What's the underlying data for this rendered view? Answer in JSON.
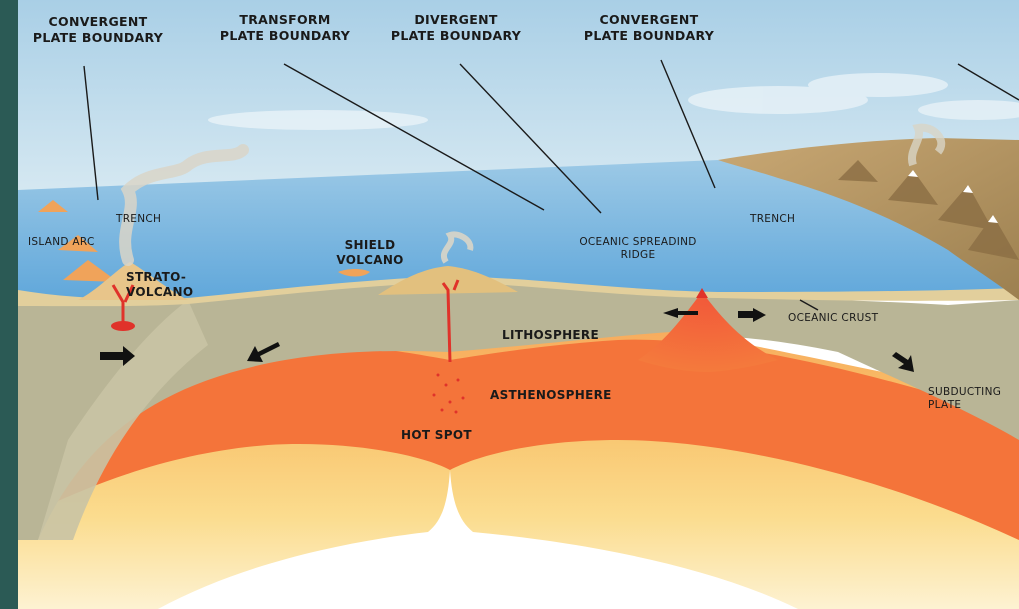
{
  "boundaries": {
    "convergent_left": "CONVERGENT\nPLATE BOUNDARY",
    "transform": "TRANSFORM\nPLATE BOUNDARY",
    "divergent": "DIVERGENT\nPLATE BOUNDARY",
    "convergent_right": "CONVERGENT\nPLATE BOUNDARY"
  },
  "features": {
    "trench_left": "TRENCH",
    "island_arc": "ISLAND ARC",
    "strato_volcano": "STRATO-\nVOLCANO",
    "shield_volcano": "SHIELD\nVOLCANO",
    "oceanic_spreading_ridge": "OCEANIC SPREADIND\nRIDGE",
    "trench_right": "TRENCH",
    "oceanic_crust": "OCEANIC CRUST",
    "lithosphere": "LITHOSPHERE",
    "asthenosphere": "ASTHENOSPHERE",
    "hot_spot": "HOT SPOT",
    "subducting_plate": "SUBDUCTING\nPLATE"
  },
  "colors": {
    "frame": "#2b5a55",
    "sky": "#b9d9ec",
    "ocean": "#6fb0de",
    "lithosphere": "#b9b596",
    "asthenosphere": "#f47a3c",
    "mantle_deep": "#f9c76a",
    "magma": "#e0322a"
  }
}
